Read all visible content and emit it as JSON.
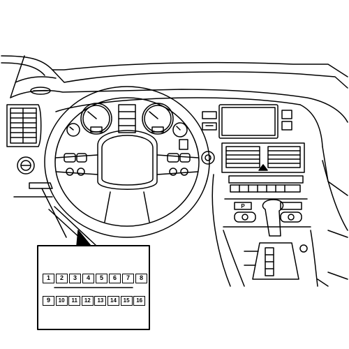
{
  "connector": {
    "top_row": [
      "1",
      "2",
      "3",
      "4",
      "5",
      "6",
      "7",
      "8"
    ],
    "bottom_row": [
      "9",
      "10",
      "11",
      "12",
      "13",
      "14",
      "15",
      "16"
    ]
  },
  "dashboard": {
    "panel_button_text": "P",
    "gear_label": "P"
  }
}
